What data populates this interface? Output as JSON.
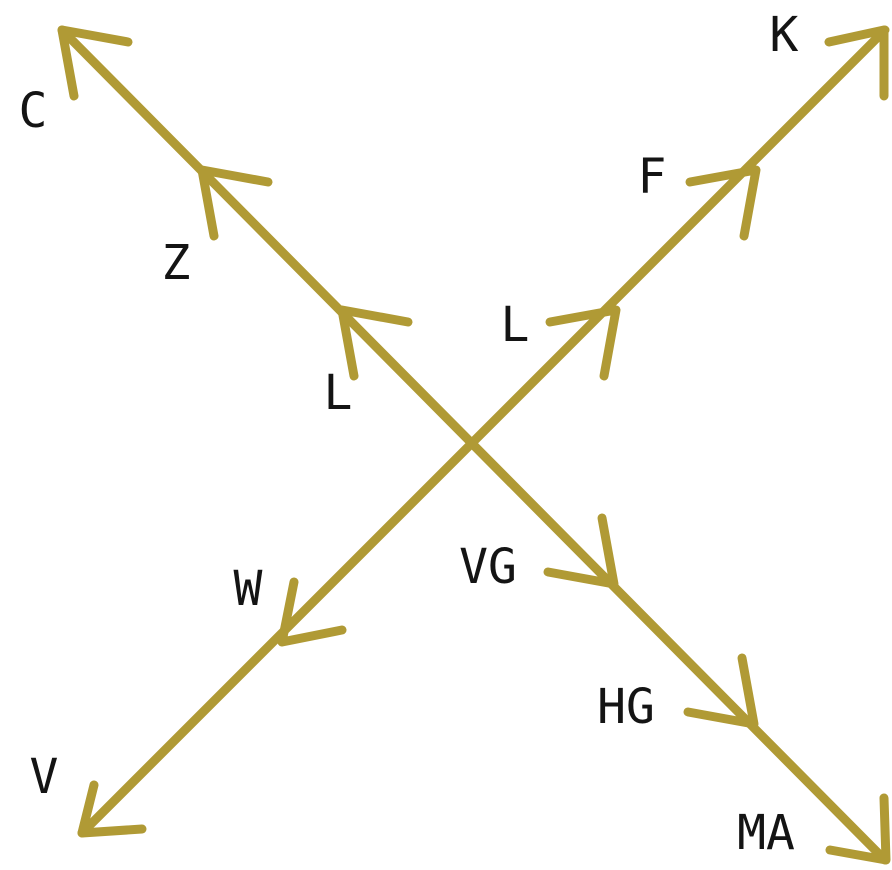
{
  "diagram": {
    "stroke_color": "#B09A35",
    "text_color": "#141414",
    "lines": [
      {
        "name": "line-c-to-ma",
        "direction": "from C down to MA"
      },
      {
        "name": "line-k-to-v",
        "direction": "from K down to V"
      }
    ],
    "labels": {
      "c": "C",
      "z": "Z",
      "l_left": "L",
      "k": "K",
      "f": "F",
      "l_right": "L",
      "w": "W",
      "v": "V",
      "vg": "VG",
      "hg": "HG",
      "ma": "MA"
    },
    "arrows": [
      {
        "name": "arrow-c",
        "direction": "up-left"
      },
      {
        "name": "arrow-z",
        "direction": "up-left"
      },
      {
        "name": "arrow-l-left",
        "direction": "up-left"
      },
      {
        "name": "arrow-k",
        "direction": "up-right"
      },
      {
        "name": "arrow-f",
        "direction": "up-right"
      },
      {
        "name": "arrow-l-right",
        "direction": "up-right"
      },
      {
        "name": "arrow-w",
        "direction": "down-left"
      },
      {
        "name": "arrow-v",
        "direction": "down-left"
      },
      {
        "name": "arrow-vg",
        "direction": "down-right"
      },
      {
        "name": "arrow-hg",
        "direction": "down-right"
      },
      {
        "name": "arrow-ma",
        "direction": "down-right"
      }
    ]
  }
}
